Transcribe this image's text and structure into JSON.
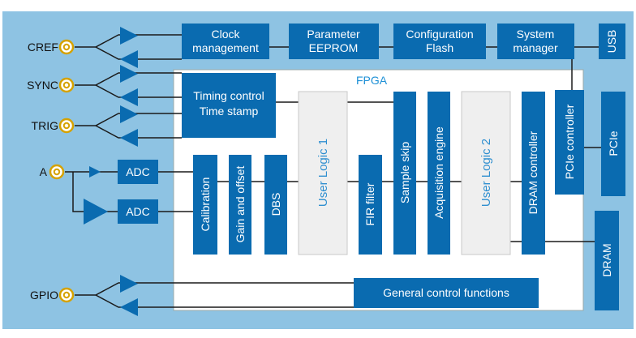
{
  "colors": {
    "board": "#8ec3e3",
    "block": "#0a6bb0",
    "block_text": "#ffffff",
    "fpga_bg": "#ffffff",
    "fpga_label": "#1e90d6",
    "user_logic_bg": "#efefef",
    "user_logic_text": "#2f8fd0",
    "line": "#1a1a1a",
    "connector": "#d6a200"
  },
  "connectors": [
    {
      "label": "CREF"
    },
    {
      "label": "SYNC"
    },
    {
      "label": "TRIG"
    },
    {
      "label": "A"
    },
    {
      "label": "GPIO"
    }
  ],
  "top_blocks": {
    "clock": [
      "Clock",
      "management"
    ],
    "eeprom": [
      "Parameter",
      "EEPROM"
    ],
    "config": [
      "Configuration",
      "Flash"
    ],
    "sysmgr": [
      "System",
      "manager"
    ],
    "usb": "USB"
  },
  "fpga": {
    "label": "FPGA",
    "timing": [
      "Timing control",
      "Time stamp"
    ],
    "adc_1": "ADC",
    "adc_2": "ADC",
    "calibration": "Calibration",
    "gain_offset": "Gain and offset",
    "dbs": "DBS",
    "user_logic_1": "User Logic 1",
    "fir": "FIR filter",
    "sample_skip": "Sample skip",
    "acquisition": "Acquisition engine",
    "user_logic_2": "User Logic 2",
    "dram_ctrl": "DRAM controller",
    "pcie_ctrl": "PCIe controller",
    "general": "General control functions"
  },
  "side_blocks": {
    "pcie": "PCIe",
    "dram": "DRAM"
  }
}
